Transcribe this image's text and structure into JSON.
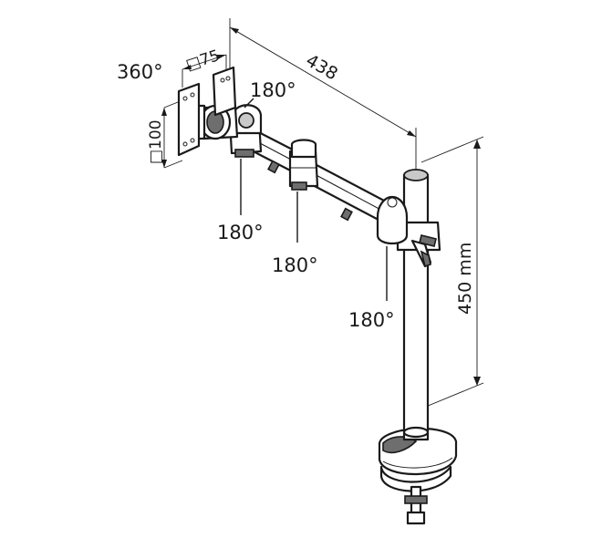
{
  "labels": {
    "tilt": "360°",
    "vesa_small": "□75",
    "vesa_large": "□100",
    "arm_length": "438",
    "height": "450 mm",
    "swivel_head": "180°",
    "swivel_joint_1": "180°",
    "swivel_joint_2": "180°",
    "swivel_pole": "180°"
  },
  "colors": {
    "line": "#1a1a1a",
    "shade": "#6e6e6e",
    "light_shade": "#c9c9c9",
    "background": "#ffffff"
  }
}
